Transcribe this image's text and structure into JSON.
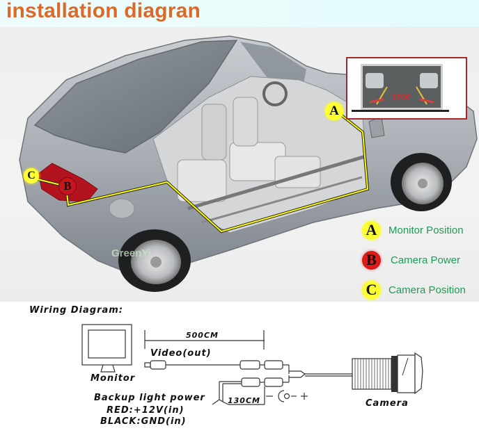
{
  "header": {
    "title": "installation diagran",
    "title_color": "#d96a2a",
    "background": "#e3fbfb"
  },
  "car_illustration": {
    "description": "cutaway silver hatchback showing interior and cable route",
    "watermark": "GreenYi",
    "route_color": "#ffff00",
    "monitor_inset": {
      "screen_text": "STOP",
      "border_color": "#a8262e"
    },
    "markers": [
      {
        "id": "A",
        "color": "#ffff33"
      },
      {
        "id": "B",
        "color": "#e21a1a"
      },
      {
        "id": "C",
        "color": "#ffff33"
      }
    ]
  },
  "legend": {
    "items": [
      {
        "badge": "A",
        "label": "Monitor Position",
        "color": "yellow"
      },
      {
        "badge": "B",
        "label": "Camera Power",
        "color": "red"
      },
      {
        "badge": "C",
        "label": "Camera Position",
        "color": "yellow"
      }
    ],
    "label_color": "#1f9a55"
  },
  "wiring_diagram": {
    "heading": "Wiring Diagram:",
    "monitor_label": "Monitor",
    "cable_length_main": "500CM",
    "video_label": "Video(out)",
    "power_label": "Backup light power",
    "red_wire": "RED:+12V(in)",
    "black_wire": "BLACK:GND(in)",
    "cable_length_power": "130CM",
    "polarity_minus": "-",
    "polarity_plus": "+",
    "camera_label": "Camera"
  }
}
